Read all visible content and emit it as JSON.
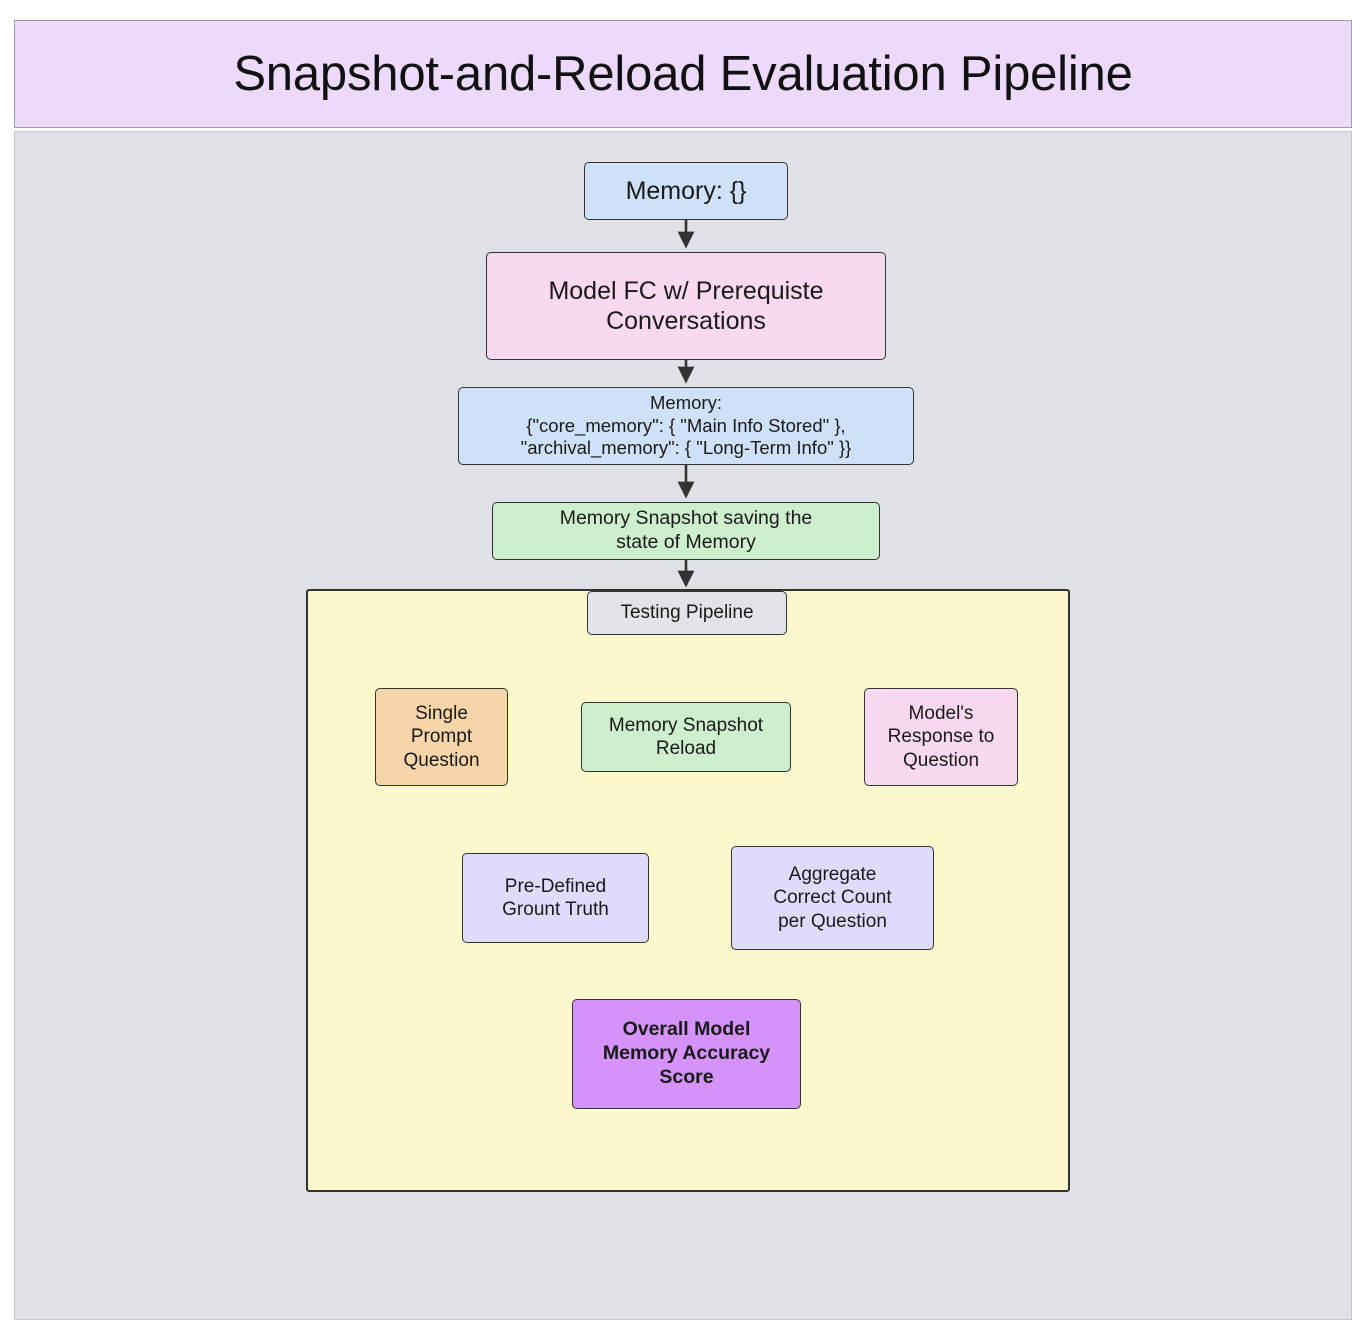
{
  "title": "Snapshot-and-Reload Evaluation Pipeline",
  "colors": {
    "title_bg": "#ecd9fb",
    "canvas_bg": "#dfe1e6",
    "subgraph_bg": "#fcf8cd",
    "blue": "#cfe1f8",
    "pink": "#f9d9ef",
    "green": "#cdefcd",
    "orange": "#f6d5a8",
    "lavender": "#dedcfc",
    "purple": "#d492fa",
    "edge": "#333333"
  },
  "subgraph": {
    "label": "Testing Pipeline"
  },
  "nodes": {
    "memory_empty": "Memory: {}",
    "model_fc": "Model FC w/ Prerequiste\nConversations",
    "memory_json": "Memory:\n{\"core_memory\": { \"Main Info Stored\" },\n\"archival_memory\": { \"Long-Term Info\" }}",
    "snapshot_save": "Memory Snapshot saving the\nstate of Memory",
    "single_prompt": "Single\nPrompt\nQuestion",
    "snapshot_reload": "Memory Snapshot\nReload",
    "model_response": "Model's\nResponse to\nQuestion",
    "ground_truth": "Pre-Defined\nGrount Truth",
    "aggregate": "Aggregate\nCorrect Count\nper Question",
    "accuracy_score": "Overall Model\nMemory Accuracy\nScore"
  },
  "edges": [
    {
      "from": "memory_empty",
      "to": "model_fc"
    },
    {
      "from": "model_fc",
      "to": "memory_json"
    },
    {
      "from": "memory_json",
      "to": "snapshot_save"
    },
    {
      "from": "snapshot_save",
      "to": "subgraph_testing_pipeline"
    },
    {
      "from": "single_prompt",
      "to": "snapshot_reload"
    },
    {
      "from": "snapshot_reload",
      "to": "model_response"
    },
    {
      "from": "model_response",
      "to": "ground_truth"
    },
    {
      "from": "ground_truth",
      "to": "aggregate"
    },
    {
      "from": "aggregate",
      "to": "accuracy_score"
    }
  ],
  "chart_data": {
    "type": "diagram",
    "title": "Snapshot-and-Reload Evaluation Pipeline",
    "flow": [
      "Memory: {}",
      "Model FC w/ Prerequiste Conversations",
      "Memory: {\"core_memory\": { \"Main Info Stored\" }, \"archival_memory\": { \"Long-Term Info\" }}",
      "Memory Snapshot saving the state of Memory",
      "Testing Pipeline",
      "Single Prompt Question",
      "Memory Snapshot Reload",
      "Model's Response to Question",
      "Pre-Defined Grount Truth",
      "Aggregate Correct Count per Question",
      "Overall Model Memory Accuracy Score"
    ]
  }
}
